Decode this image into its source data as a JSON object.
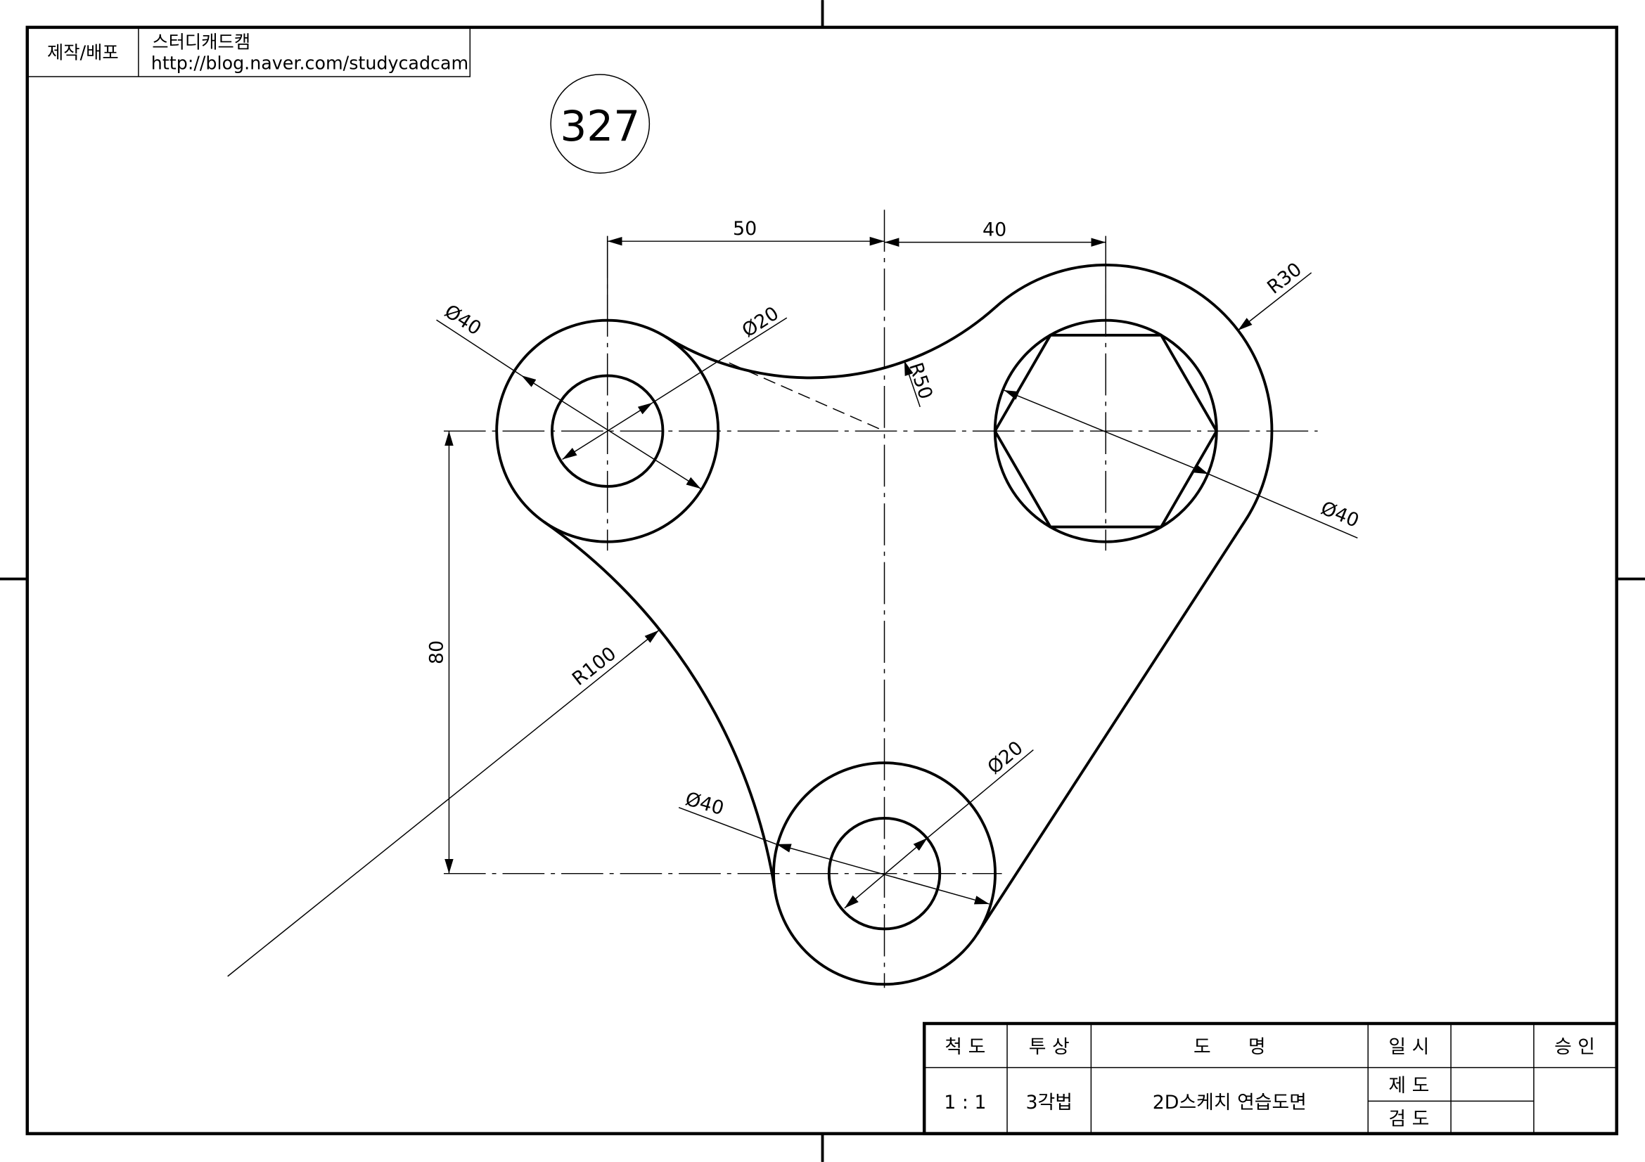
{
  "header": {
    "label": "제작/배포",
    "org": "스터디캐드캠",
    "url": "http://blog.naver.com/studycadcam"
  },
  "drawing_number": "327",
  "dimensions": {
    "d_50": "50",
    "d_40": "40",
    "d_80": "80",
    "left_outer_dia": "Ø40",
    "left_inner_dia": "Ø20",
    "right_circle_dia": "Ø40",
    "right_radius": "R30",
    "arc_radius_top": "R50",
    "arc_radius_left": "R100",
    "bottom_outer_dia": "Ø40",
    "bottom_inner_dia": "Ø20"
  },
  "title_block": {
    "scale_label": "척 도",
    "projection_label": "투 상",
    "name_label": "도 명",
    "date_label": "일 시",
    "approval_label": "승 인",
    "scale_value": "1 : 1",
    "projection_value": "3각법",
    "name_value": "2D스케치 연습도면",
    "drawn_label": "제 도",
    "checked_label": "검 도"
  }
}
